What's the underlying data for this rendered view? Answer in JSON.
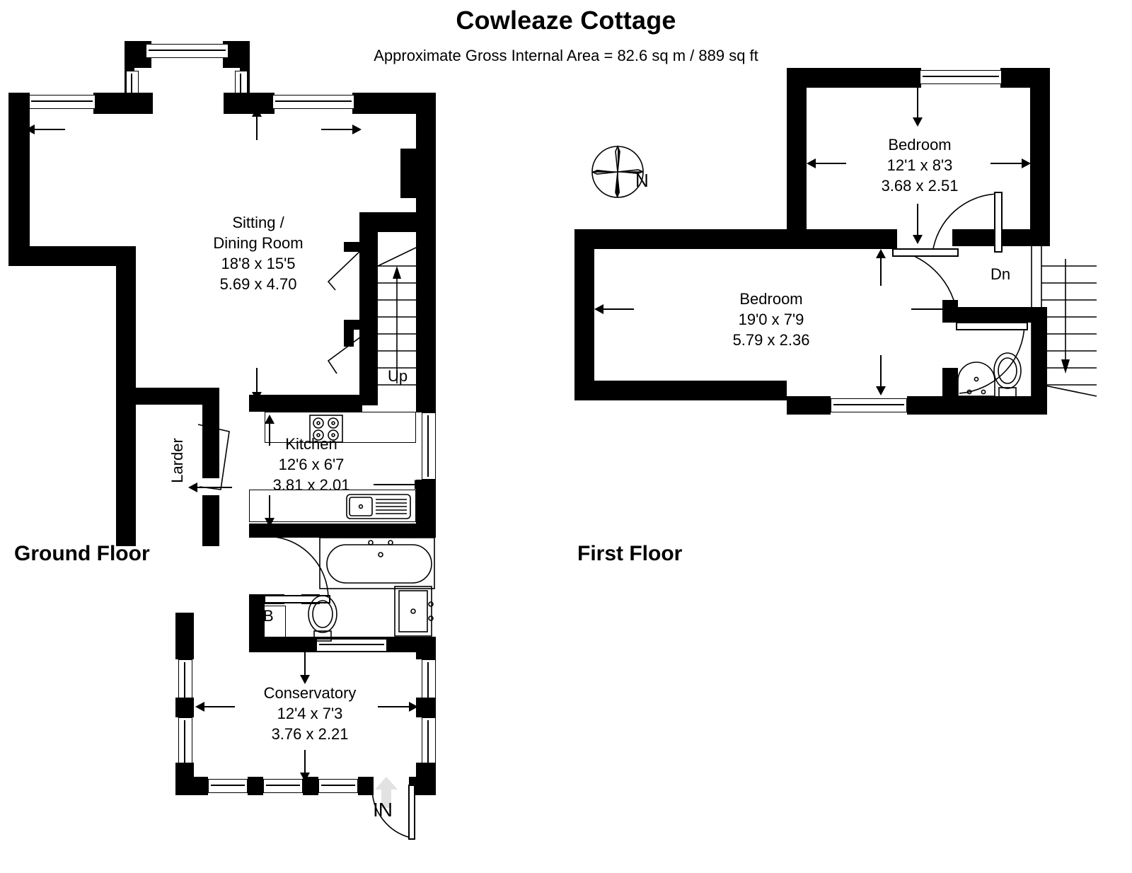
{
  "header": {
    "title": "Cowleaze Cottage",
    "subtitle": "Approximate Gross Internal Area = 82.6 sq m / 889 sq ft"
  },
  "compass": {
    "label": "N",
    "icon": "compass-rose-icon"
  },
  "floors": [
    {
      "id": "ground",
      "label": "Ground Floor",
      "rooms": [
        {
          "name": "Sitting /\nDining Room",
          "name_line1": "Sitting /",
          "name_line2": "Dining Room",
          "imperial": "18'8 x 15'5",
          "metric": "5.69 x 4.70"
        },
        {
          "name": "Kitchen",
          "imperial": "12'6 x 6'7",
          "metric": "3.81 x 2.01"
        },
        {
          "name": "Conservatory",
          "imperial": "12'4 x 7'3",
          "metric": "3.76 x 2.21"
        },
        {
          "name": "Larder",
          "imperial": "",
          "metric": ""
        }
      ],
      "markers": [
        {
          "text": "Up",
          "type": "stair-direction"
        },
        {
          "text": "B",
          "type": "boiler-cupboard"
        },
        {
          "text": "IN",
          "type": "entrance"
        }
      ]
    },
    {
      "id": "first",
      "label": "First Floor",
      "rooms": [
        {
          "name": "Bedroom",
          "imperial": "12'1 x 8'3",
          "metric": "3.68 x 2.51"
        },
        {
          "name": "Bedroom",
          "imperial": "19'0 x 7'9",
          "metric": "5.79 x 2.36"
        }
      ],
      "markers": [
        {
          "text": "Dn",
          "type": "stair-direction"
        }
      ]
    }
  ],
  "colors": {
    "wall": "#000000",
    "background": "#ffffff",
    "fixture_outline": "#000000",
    "ghost_arrow": "#e2e2e2"
  }
}
